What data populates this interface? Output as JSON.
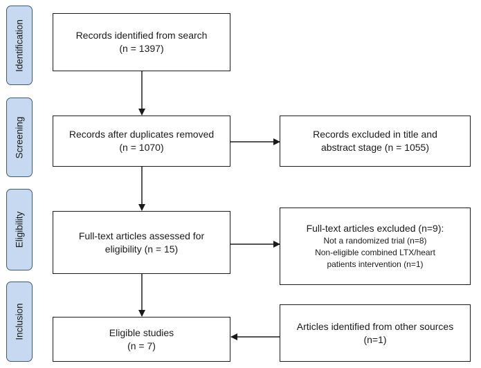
{
  "stages": {
    "identification": "Identification",
    "screening": "Screening",
    "eligibility": "Eligibility",
    "inclusion": "Inclusion"
  },
  "boxes": {
    "records_identified": {
      "line1": "Records identified from search",
      "line2": "(n = 1397)"
    },
    "after_duplicates": {
      "line1": "Records after duplicates removed",
      "line2": "(n = 1070)"
    },
    "excluded_title": {
      "line1": "Records excluded in title and",
      "line2": "abstract stage (n = 1055)"
    },
    "fulltext_assessed": {
      "line1": "Full-text articles assessed for",
      "line2": "eligibility (n = 15)"
    },
    "fulltext_excluded": {
      "line1": "Full-text articles excluded (n=9):",
      "line2": "Not a randomized trial (n=8)",
      "line3": "Non-eligible combined LTX/heart",
      "line4": "patients intervention (n=1)"
    },
    "eligible": {
      "line1": "Eligible studies",
      "line2": "(n = 7)"
    },
    "other_sources": {
      "line1": "Articles identified from other sources",
      "line2": "(n=1)"
    }
  },
  "colors": {
    "stage_fill": "#c6d9f0",
    "stage_border": "#3a5a7a",
    "line": "#1a1a1a"
  }
}
